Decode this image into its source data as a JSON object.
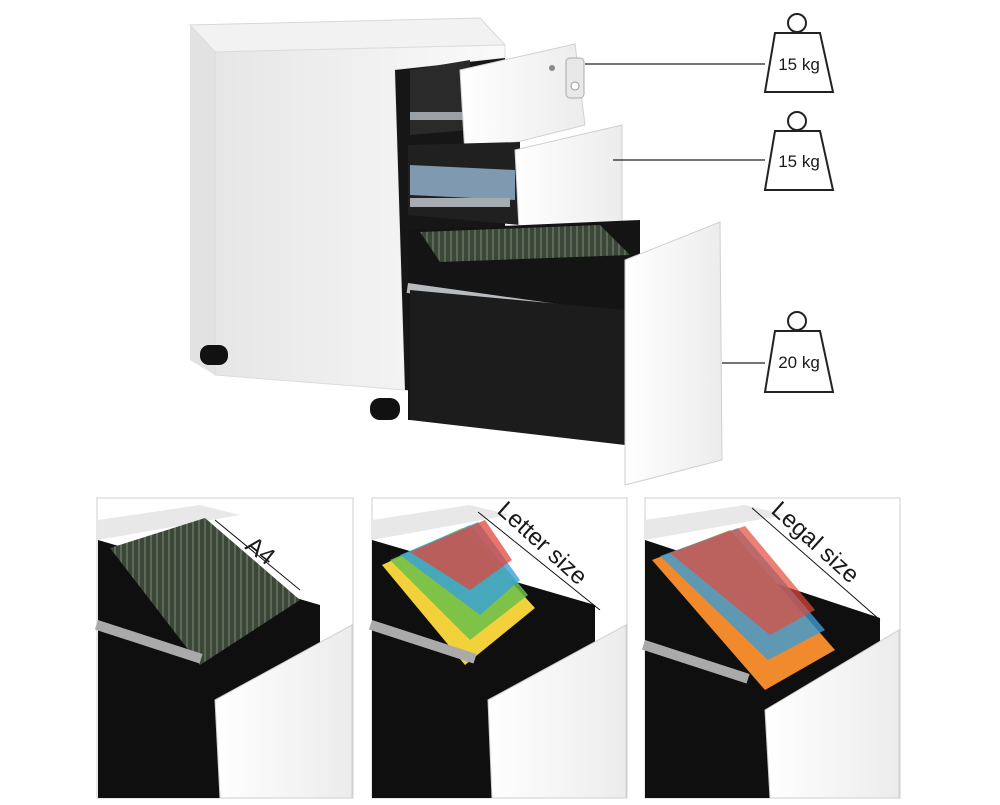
{
  "weights": {
    "top_drawer": "15 kg",
    "middle_drawer": "15 kg",
    "bottom_drawer": "20 kg"
  },
  "panels": {
    "a4_label": "A4",
    "letter_label": "Letter size",
    "legal_label": "Legal size"
  },
  "colors": {
    "cabinet_white": "#f4f4f4",
    "drawer_black": "#1b1b1b",
    "folder_green": "#3f4a3d",
    "letter_folders": [
      "#f2d13b",
      "#6bc04b",
      "#3aa0d8",
      "#e0453c",
      "#ef8a2f"
    ],
    "legal_folders": [
      "#f08a2c",
      "#3b9bd6",
      "#e34c3a",
      "#49b0c9"
    ]
  }
}
